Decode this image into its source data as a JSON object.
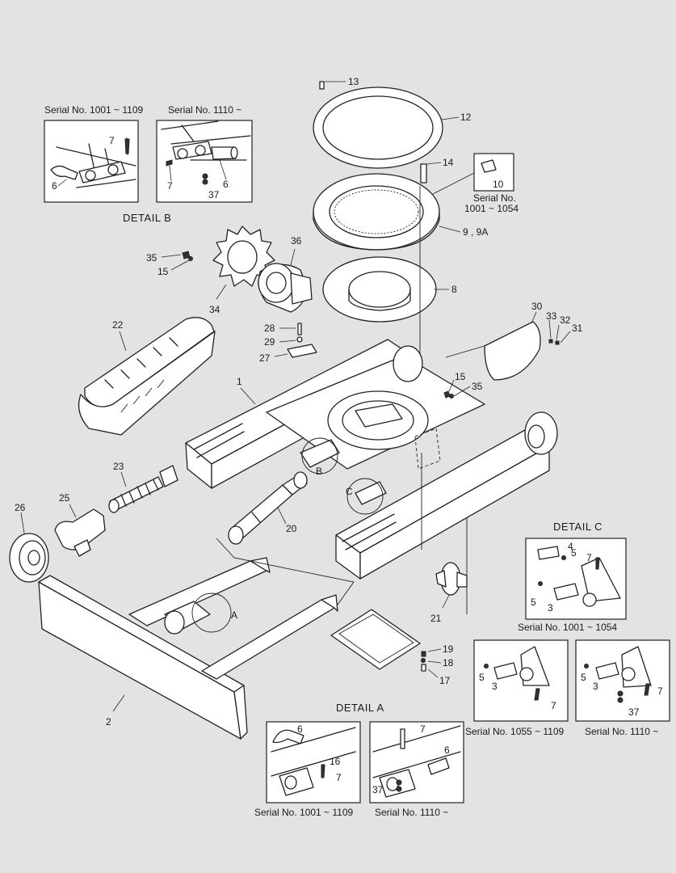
{
  "details": {
    "b": {
      "title": "DETAIL  B",
      "left_serial": "Serial No. 1001 ~ 1109",
      "right_serial": "Serial No. 1110 ~"
    },
    "c": {
      "title": "DETAIL  C",
      "serial_1": "Serial No.  1001 ~ 1054",
      "serial_2": "Serial No. 1055 ~ 1109",
      "serial_3": "Serial No. 1110 ~"
    },
    "a": {
      "title": "DETAIL  A",
      "left_serial": "Serial No. 1001 ~ 1109",
      "right_serial": "Serial No. 1110 ~"
    }
  },
  "part10": {
    "label": "10",
    "serial_line1": "Serial No.",
    "serial_line2": "1001 ~ 1054"
  },
  "view_markers": {
    "a": "A",
    "b": "B",
    "c": "C"
  },
  "parts": {
    "p1": "1",
    "p2": "2",
    "p8": "8",
    "p9": "9 , 9A",
    "p12": "12",
    "p13": "13",
    "p14": "14",
    "p15a": "15",
    "p15b": "15",
    "p17": "17",
    "p18": "18",
    "p19": "19",
    "p20": "20",
    "p21": "21",
    "p22": "22",
    "p23": "23",
    "p25": "25",
    "p26": "26",
    "p27": "27",
    "p28": "28",
    "p29": "29",
    "p30": "30",
    "p31": "31",
    "p32": "32",
    "p33": "33",
    "p34": "34",
    "p35a": "35",
    "p35b": "35",
    "p36": "36"
  },
  "detail_b_labels": {
    "l6": "6",
    "l7": "7",
    "r7": "7",
    "r6": "6",
    "r37": "37"
  },
  "detail_c_labels": {
    "s1_4": "4",
    "s1_5a": "5",
    "s1_7": "7",
    "s1_5b": "5",
    "s1_3": "3",
    "s2_5": "5",
    "s2_3": "3",
    "s2_7": "7",
    "s3_5": "5",
    "s3_3": "3",
    "s3_7": "7",
    "s3_37": "37"
  },
  "detail_a_labels": {
    "l6": "6",
    "l16": "16",
    "l7": "7",
    "r7": "7",
    "r6": "6",
    "r37": "37"
  }
}
